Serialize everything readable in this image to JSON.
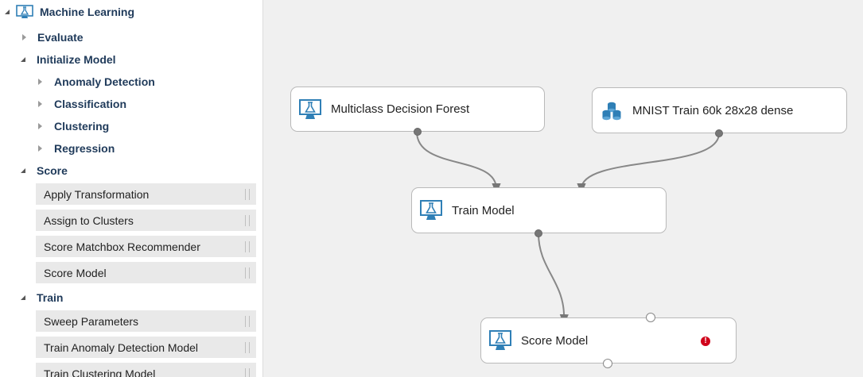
{
  "sidebar": {
    "root_label": "Machine Learning",
    "evaluate_label": "Evaluate",
    "initialize_label": "Initialize Model",
    "init_children": [
      "Anomaly Detection",
      "Classification",
      "Clustering",
      "Regression"
    ],
    "score_label": "Score",
    "score_items": [
      "Apply Transformation",
      "Assign to Clusters",
      "Score Matchbox Recommender",
      "Score Model"
    ],
    "train_label": "Train",
    "train_items": [
      "Sweep Parameters",
      "Train Anomaly Detection Model",
      "Train Clustering Model"
    ]
  },
  "canvas": {
    "nodes": {
      "multiclass": "Multiclass Decision Forest",
      "mnist": "MNIST Train 60k 28x28 dense",
      "train": "Train Model",
      "score": "Score Model"
    },
    "warning_symbol": "!"
  },
  "colors": {
    "tree_text": "#1f3a5a",
    "icon_blue": "#2f7fb6",
    "port_fill": "#777777",
    "warning": "#d0021b"
  }
}
